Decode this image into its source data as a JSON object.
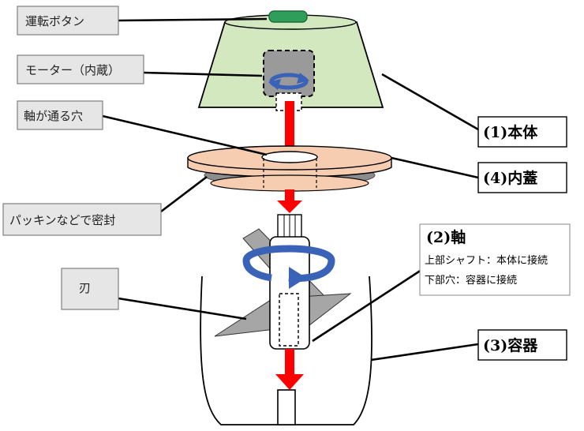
{
  "colors": {
    "body_fill": "#d4e8bf",
    "lid_fill": "#f6cdb0",
    "gasket": "#7f7f7f",
    "arrow_red": "#ff0000",
    "rotation_blue": "#3a63b8",
    "button_green": "#2e9e5a",
    "blade_gray": "#a6a6a6"
  },
  "labels": {
    "run_button": "運転ボタン",
    "motor": "モーター（内蔵）",
    "shaft_hole": "軸が通る穴",
    "seal": "パッキンなどで密封",
    "blade": "刃",
    "body": "(1)本体",
    "inner_lid": "(4)内蓋",
    "shaft": "(2)軸",
    "shaft_top": "上部シャフト：本体に接続",
    "shaft_bottom": "下部穴：容器に接続",
    "container": "(3)容器"
  },
  "icons": {
    "rotation": "rotation-arrow-icon",
    "down_arrow": "down-arrow-icon"
  }
}
